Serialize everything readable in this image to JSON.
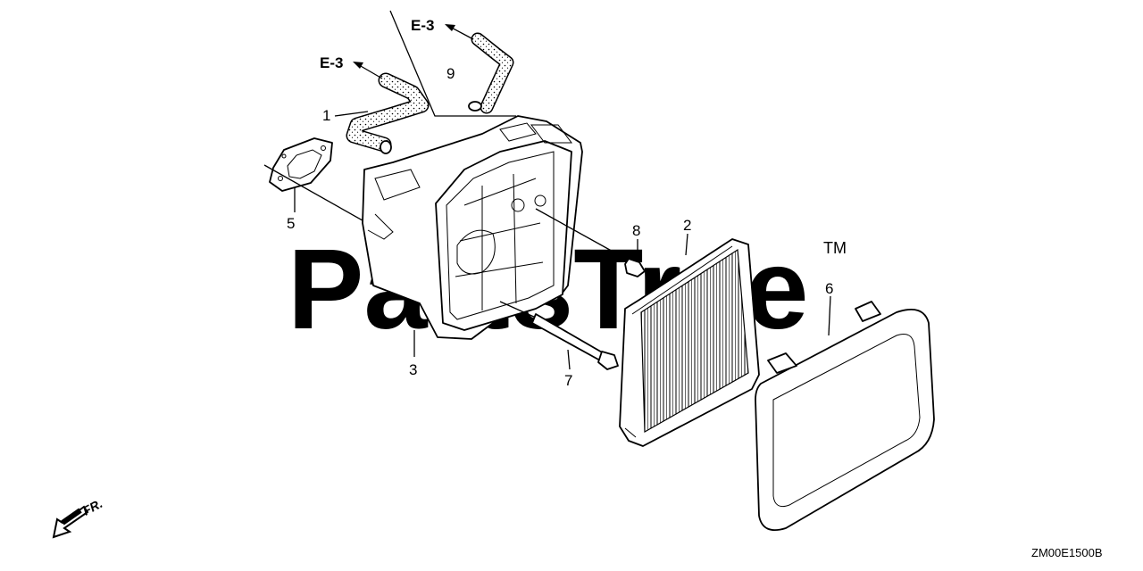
{
  "watermark": {
    "text": "PartsTree",
    "trademark": "TM"
  },
  "references": [
    {
      "id": "ref-e3-hose9",
      "text": "E-3"
    },
    {
      "id": "ref-e3-hose1",
      "text": "E-3"
    }
  ],
  "callouts": [
    {
      "part": "breather-tube-1",
      "number": "1"
    },
    {
      "part": "air-filter-element-2",
      "number": "2"
    },
    {
      "part": "air-cleaner-case-3",
      "number": "3"
    },
    {
      "part": "air-cleaner-cover-6",
      "number": "6"
    },
    {
      "part": "gasket-5",
      "number": "5"
    },
    {
      "part": "bolt-7",
      "number": "7"
    },
    {
      "part": "flange-bolt-8",
      "number": "8"
    },
    {
      "part": "tube-9",
      "number": "9"
    }
  ],
  "front_indicator": {
    "label": "FR."
  },
  "diagram_code": "ZM00E1500B"
}
